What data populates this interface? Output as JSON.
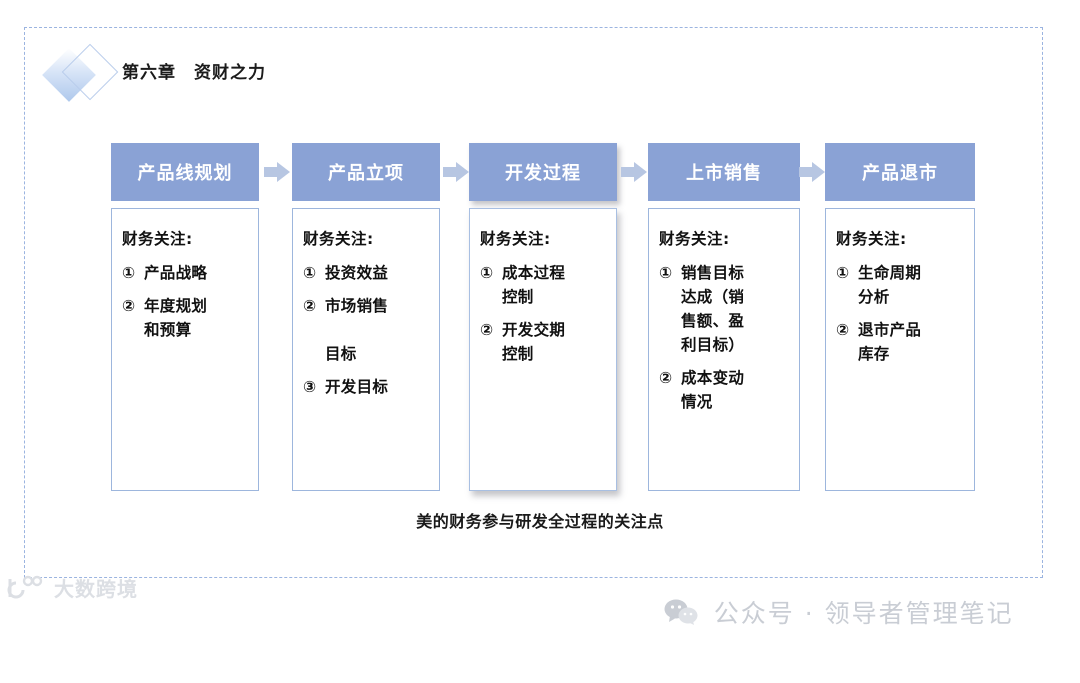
{
  "header": {
    "title": "第六章　资财之力",
    "logo_icon": "diamond-logo"
  },
  "caption": "美的财务参与研发全过程的关注点",
  "colors": {
    "stage_header_bg": "#8aa2d5",
    "stage_header_text": "#ffffff",
    "body_border": "#9db6dd",
    "arrow": "#b7c6e2",
    "frame_dash": "#9bb4e0",
    "watermark": "#c9cdd4"
  },
  "flow": {
    "body_title": "财务关注:",
    "arrow_icon": "right-arrow-icon",
    "stages": [
      {
        "name": "产品线规划",
        "emphasized": false,
        "items": [
          {
            "num": "①",
            "text": "产品战略"
          },
          {
            "num": "②",
            "text": "年度规划\n和预算"
          }
        ]
      },
      {
        "name": "产品立项",
        "emphasized": false,
        "items": [
          {
            "num": "①",
            "text": "投资效益"
          },
          {
            "num": "②",
            "text": "市场销售\n\n目标"
          },
          {
            "num": "③",
            "text": "开发目标"
          }
        ]
      },
      {
        "name": "开发过程",
        "emphasized": true,
        "items": [
          {
            "num": "①",
            "text": "成本过程\n控制"
          },
          {
            "num": "②",
            "text": "开发交期\n控制"
          }
        ]
      },
      {
        "name": "上市销售",
        "emphasized": false,
        "items": [
          {
            "num": "①",
            "text": "销售目标\n达成（销\n售额、盈\n利目标）"
          },
          {
            "num": "②",
            "text": "成本变动\n情况"
          }
        ]
      },
      {
        "name": "产品退市",
        "emphasized": false,
        "items": [
          {
            "num": "①",
            "text": "生命周期\n分析"
          },
          {
            "num": "②",
            "text": "退市产品\n库存"
          }
        ]
      }
    ]
  },
  "watermarks": {
    "wechat": {
      "icon": "wechat-icon",
      "text": "公众号 · 领导者管理笔记"
    },
    "brand": {
      "icon": "dashu-logo-icon",
      "text": "大数跨境"
    }
  }
}
